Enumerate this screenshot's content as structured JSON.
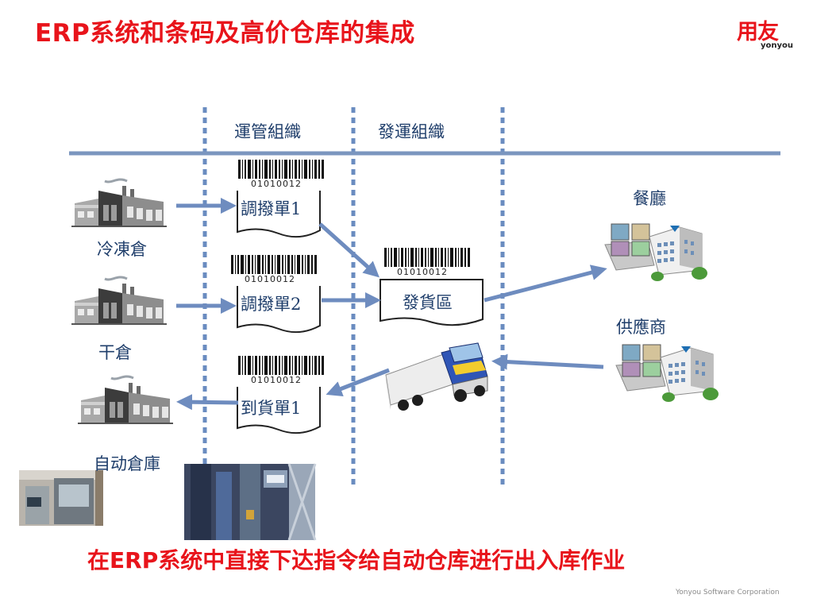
{
  "header": {
    "title": "ERP系统和条码及高价仓库的集成",
    "logo_cn": "用友",
    "logo_en": "yonyou"
  },
  "diagram": {
    "orgs": [
      "運管組織",
      "發運組織"
    ],
    "warehouses": [
      "冷凍倉",
      "干倉",
      "自动倉庫"
    ],
    "documents": [
      "調撥單1",
      "調撥單2",
      "到貨單1"
    ],
    "dispatch_area": "發貨區",
    "barcode_number": "01010012",
    "partners": [
      "餐廳",
      "供應商"
    ]
  },
  "footer": {
    "caption": "在ERP系统中直接下达指令给自动仓库进行出入库作业",
    "corporation": "Yonyou Software Corporation"
  },
  "colors": {
    "title_red": "#e8141b",
    "line_blue": "#7b96bf",
    "text_navy": "#1f3e6b"
  }
}
